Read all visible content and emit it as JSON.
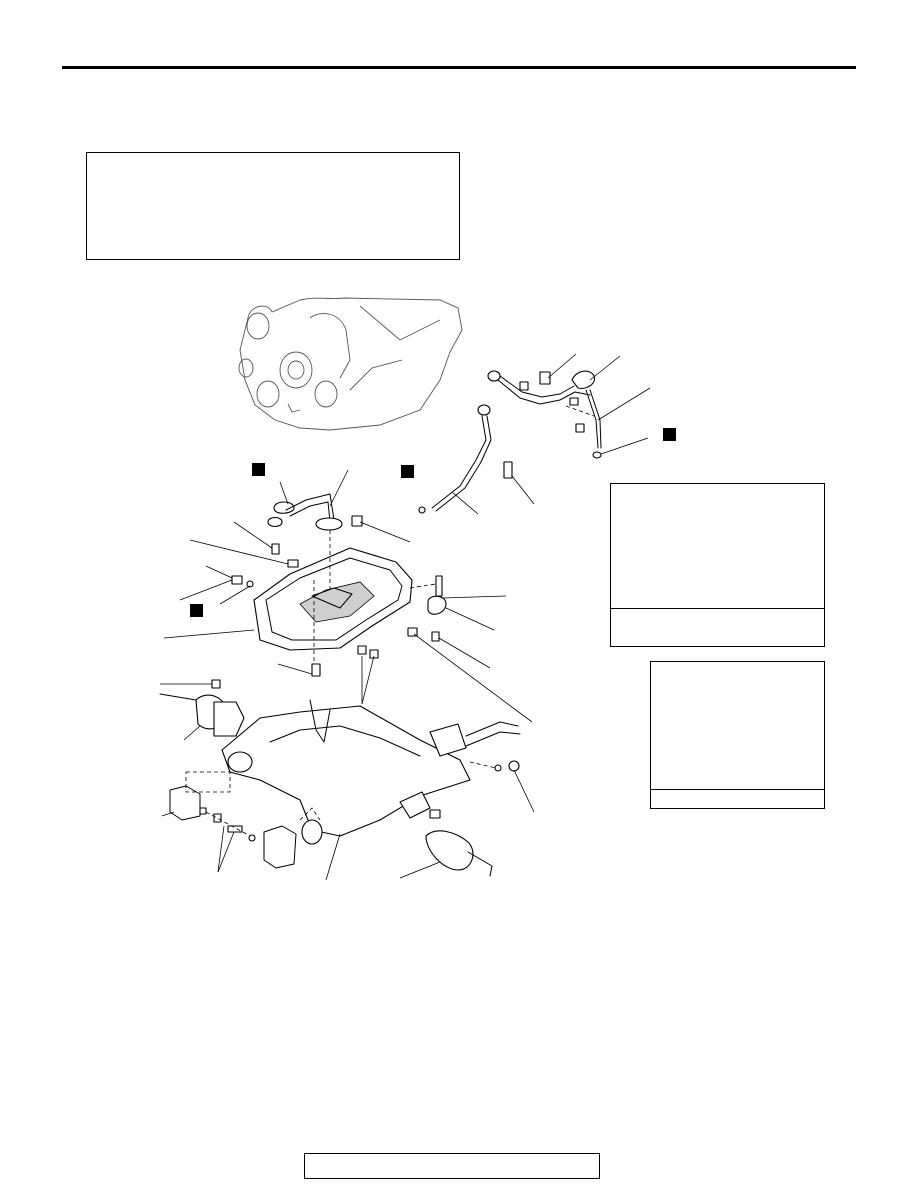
{
  "page": {
    "note_box_text": "",
    "footer_text": ""
  },
  "figure": {
    "markers": [
      "filled-square",
      "filled-square",
      "filled-square",
      "filled-square"
    ],
    "detail_a_caption": "",
    "detail_b_caption": ""
  },
  "colors": {
    "ink": "#000000",
    "paper": "#ffffff"
  }
}
